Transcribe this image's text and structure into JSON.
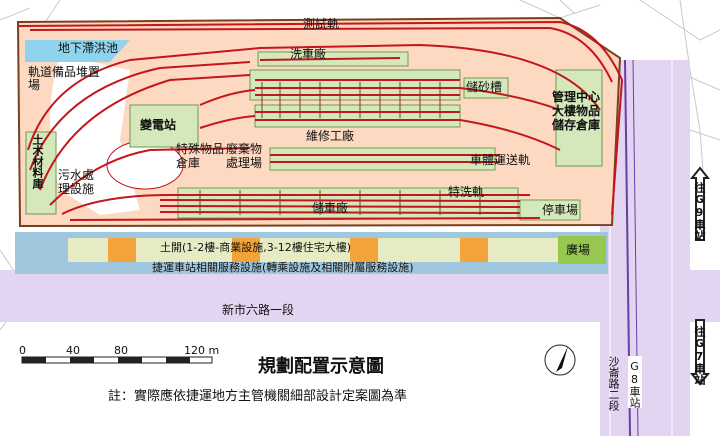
{
  "map": {
    "title": "規劃配置示意圖",
    "note": "註：實際應依捷運地方主管機關細部設計定案圖為準",
    "labels": {
      "test_track": "測試軌",
      "underground_pond": "地下滯洪池",
      "track_supplies_yard": "軌道備品堆置場",
      "car_wash_shed": "洗車廠",
      "sand_storage": "儲砂槽",
      "management_center": "管理中心大樓物品儲存倉庫",
      "substation": "變電站",
      "civil_materials": "土木材料庫",
      "special_goods_warehouse": "特殊物品倉庫",
      "waste_treatment": "廢棄物處理場",
      "maintenance_shed": "維修工廠",
      "car_transport_track": "車體運送軌",
      "sewage_facility": "污水處理設施",
      "special_wash_track": "特洗軌",
      "storage_shed": "儲車廠",
      "parking_lot": "停車場",
      "development_text": "土開(1-2樓-商業設施,3-12樓住宅大樓)",
      "station_services": "捷運車站相關服務設施(轉乘設施及相關附屬服務設施)",
      "plaza": "廣場",
      "xinshi_road": "新市六路一段",
      "shalun_road": "沙崙路二段",
      "station_g8": "G8車站",
      "to_g9": "往G9車站",
      "to_g7": "往G7車站"
    },
    "scale": {
      "ticks": [
        "0",
        "40",
        "80",
        "120 m"
      ],
      "values_m": [
        0,
        40,
        80,
        120
      ]
    },
    "icons": [
      "north-arrow-icon"
    ],
    "colors": {
      "depot_fill": "#fcd9c0",
      "road": "#e3d5f2",
      "track": "#c4161c",
      "development": "#9fc7dd",
      "building": "#d4e8bb",
      "pond": "#8fd3ee",
      "orange_block": "#f2a33a",
      "plaza": "#96c850",
      "border": "#7a3f1c"
    }
  }
}
